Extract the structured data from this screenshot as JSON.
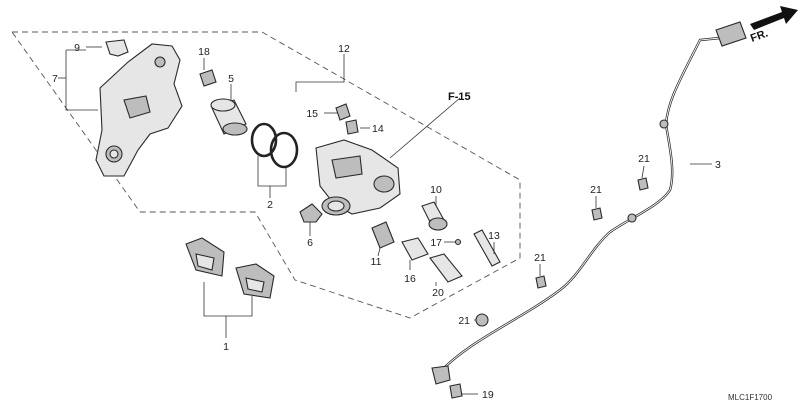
{
  "callouts": {
    "c1": "1",
    "c2": "2",
    "c3": "3",
    "c5": "5",
    "c6": "6",
    "c7": "7",
    "c9": "9",
    "c10": "10",
    "c11": "11",
    "c12": "12",
    "c13": "13",
    "c14": "14",
    "c15": "15",
    "c16": "16",
    "c17": "17",
    "c18": "18",
    "c19": "19",
    "c20": "20",
    "c21a": "21",
    "c21b": "21",
    "c21c": "21",
    "c21d": "21"
  },
  "section_ref": "F-15",
  "direction_label": "FR.",
  "drawing_code": "MLC1F1700"
}
